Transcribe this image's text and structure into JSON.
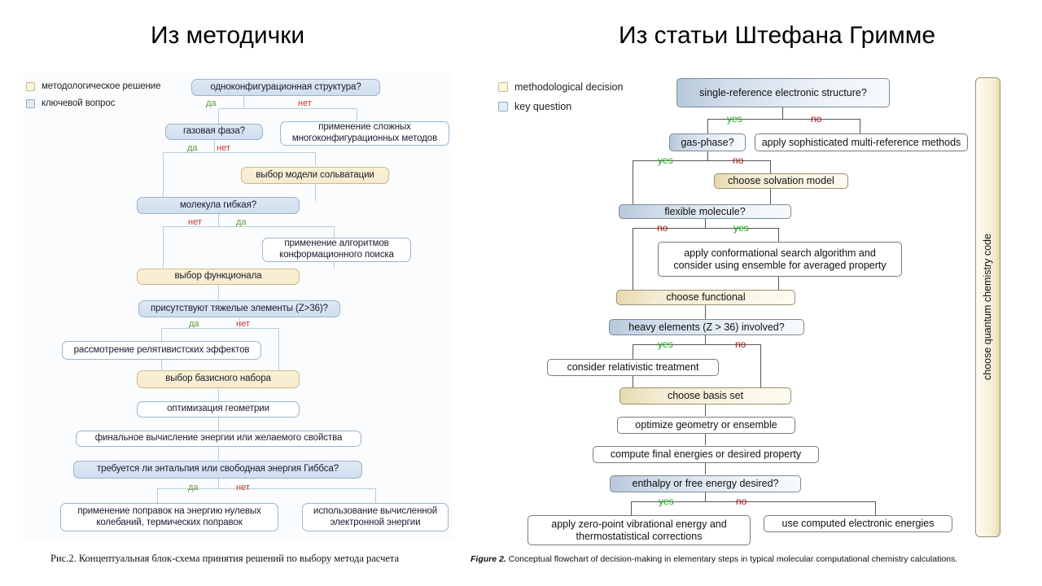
{
  "slide": {
    "title_left": "Из методички",
    "title_right": "Из статьи Штефана Гримме"
  },
  "colors": {
    "decision_fill": "#fbf1d4",
    "question_fill": "#dfe9f4",
    "plain_fill": "#ffffff",
    "yes_label": "#16a516",
    "no_label": "#a81818",
    "connector_left": "#b9cbdd",
    "connector_right": "#555555"
  },
  "left_panel": {
    "legend": [
      {
        "swatch": "yellow",
        "label": "методологическое решение"
      },
      {
        "swatch": "blue",
        "label": "ключевой вопрос"
      }
    ],
    "caption": "Рис.2. Концептуальная блок-схема принятия решений по выбору метода расчета",
    "branch_labels": {
      "yes": "да",
      "no": "нет"
    },
    "nodes": [
      {
        "id": "n1",
        "kind": "question",
        "text": "одноконфигурационная структура?"
      },
      {
        "id": "n2",
        "kind": "question",
        "text": "газовая фаза?"
      },
      {
        "id": "n3",
        "kind": "plain",
        "text": "применение сложных многоконфигурационных методов"
      },
      {
        "id": "n4",
        "kind": "decision",
        "text": "выбор модели сольватации"
      },
      {
        "id": "n5",
        "kind": "question",
        "text": "молекула гибкая?"
      },
      {
        "id": "n6",
        "kind": "plain",
        "text": "применение алгоритмов конформационного поиска"
      },
      {
        "id": "n7",
        "kind": "decision",
        "text": "выбор функционала"
      },
      {
        "id": "n8",
        "kind": "question",
        "text": "присутствуют тяжелые элементы (Z>36)?"
      },
      {
        "id": "n9",
        "kind": "plain",
        "text": "рассмотрение релятивистских эффектов"
      },
      {
        "id": "n10",
        "kind": "decision",
        "text": "выбор базисного набора"
      },
      {
        "id": "n11",
        "kind": "plain",
        "text": "оптимизация геометрии"
      },
      {
        "id": "n12",
        "kind": "plain",
        "text": "финальное вычисление энергии или желаемого свойства"
      },
      {
        "id": "n13",
        "kind": "question",
        "text": "требуется ли энтальпия или свободная энергия Гиббса?"
      },
      {
        "id": "n14",
        "kind": "plain",
        "text": "применение поправок на энергию нулевых колебаний, термических поправок"
      },
      {
        "id": "n15",
        "kind": "plain",
        "text": "использование вычисленной электронной энергии"
      }
    ]
  },
  "right_panel": {
    "legend": [
      {
        "swatch": "yellow",
        "label": "methodological decision"
      },
      {
        "swatch": "blue",
        "label": "key question"
      }
    ],
    "caption_prefix": "Figure 2.",
    "caption": "Conceptual flowchart of decision-making in elementary steps in typical molecular computational chemistry calculations.",
    "branch_labels": {
      "yes": "yes",
      "no": "no"
    },
    "side_box": "choose quantum chemistry code",
    "nodes": [
      {
        "id": "m1",
        "kind": "question",
        "text": "single-reference electronic structure?"
      },
      {
        "id": "m2",
        "kind": "question",
        "text": "gas-phase?"
      },
      {
        "id": "m3",
        "kind": "plain",
        "text": "apply sophisticated multi-reference methods"
      },
      {
        "id": "m4",
        "kind": "decision",
        "text": "choose solvation model"
      },
      {
        "id": "m5",
        "kind": "question",
        "text": "flexible molecule?"
      },
      {
        "id": "m6",
        "kind": "plain",
        "text": "apply conformational search algorithm and consider using ensemble for averaged property"
      },
      {
        "id": "m7",
        "kind": "decision",
        "text": "choose functional"
      },
      {
        "id": "m8",
        "kind": "question",
        "text": "heavy elements (Z > 36) involved?"
      },
      {
        "id": "m9",
        "kind": "plain",
        "text": "consider relativistic treatment"
      },
      {
        "id": "m10",
        "kind": "decision",
        "text": "choose basis set"
      },
      {
        "id": "m11",
        "kind": "plain",
        "text": "optimize geometry or ensemble"
      },
      {
        "id": "m12",
        "kind": "plain",
        "text": "compute final energies or desired property"
      },
      {
        "id": "m13",
        "kind": "question",
        "text": "enthalpy or free energy desired?"
      },
      {
        "id": "m14",
        "kind": "plain",
        "text": "apply zero-point vibrational energy and thermostatistical corrections"
      },
      {
        "id": "m15",
        "kind": "plain",
        "text": "use computed electronic energies"
      }
    ]
  }
}
